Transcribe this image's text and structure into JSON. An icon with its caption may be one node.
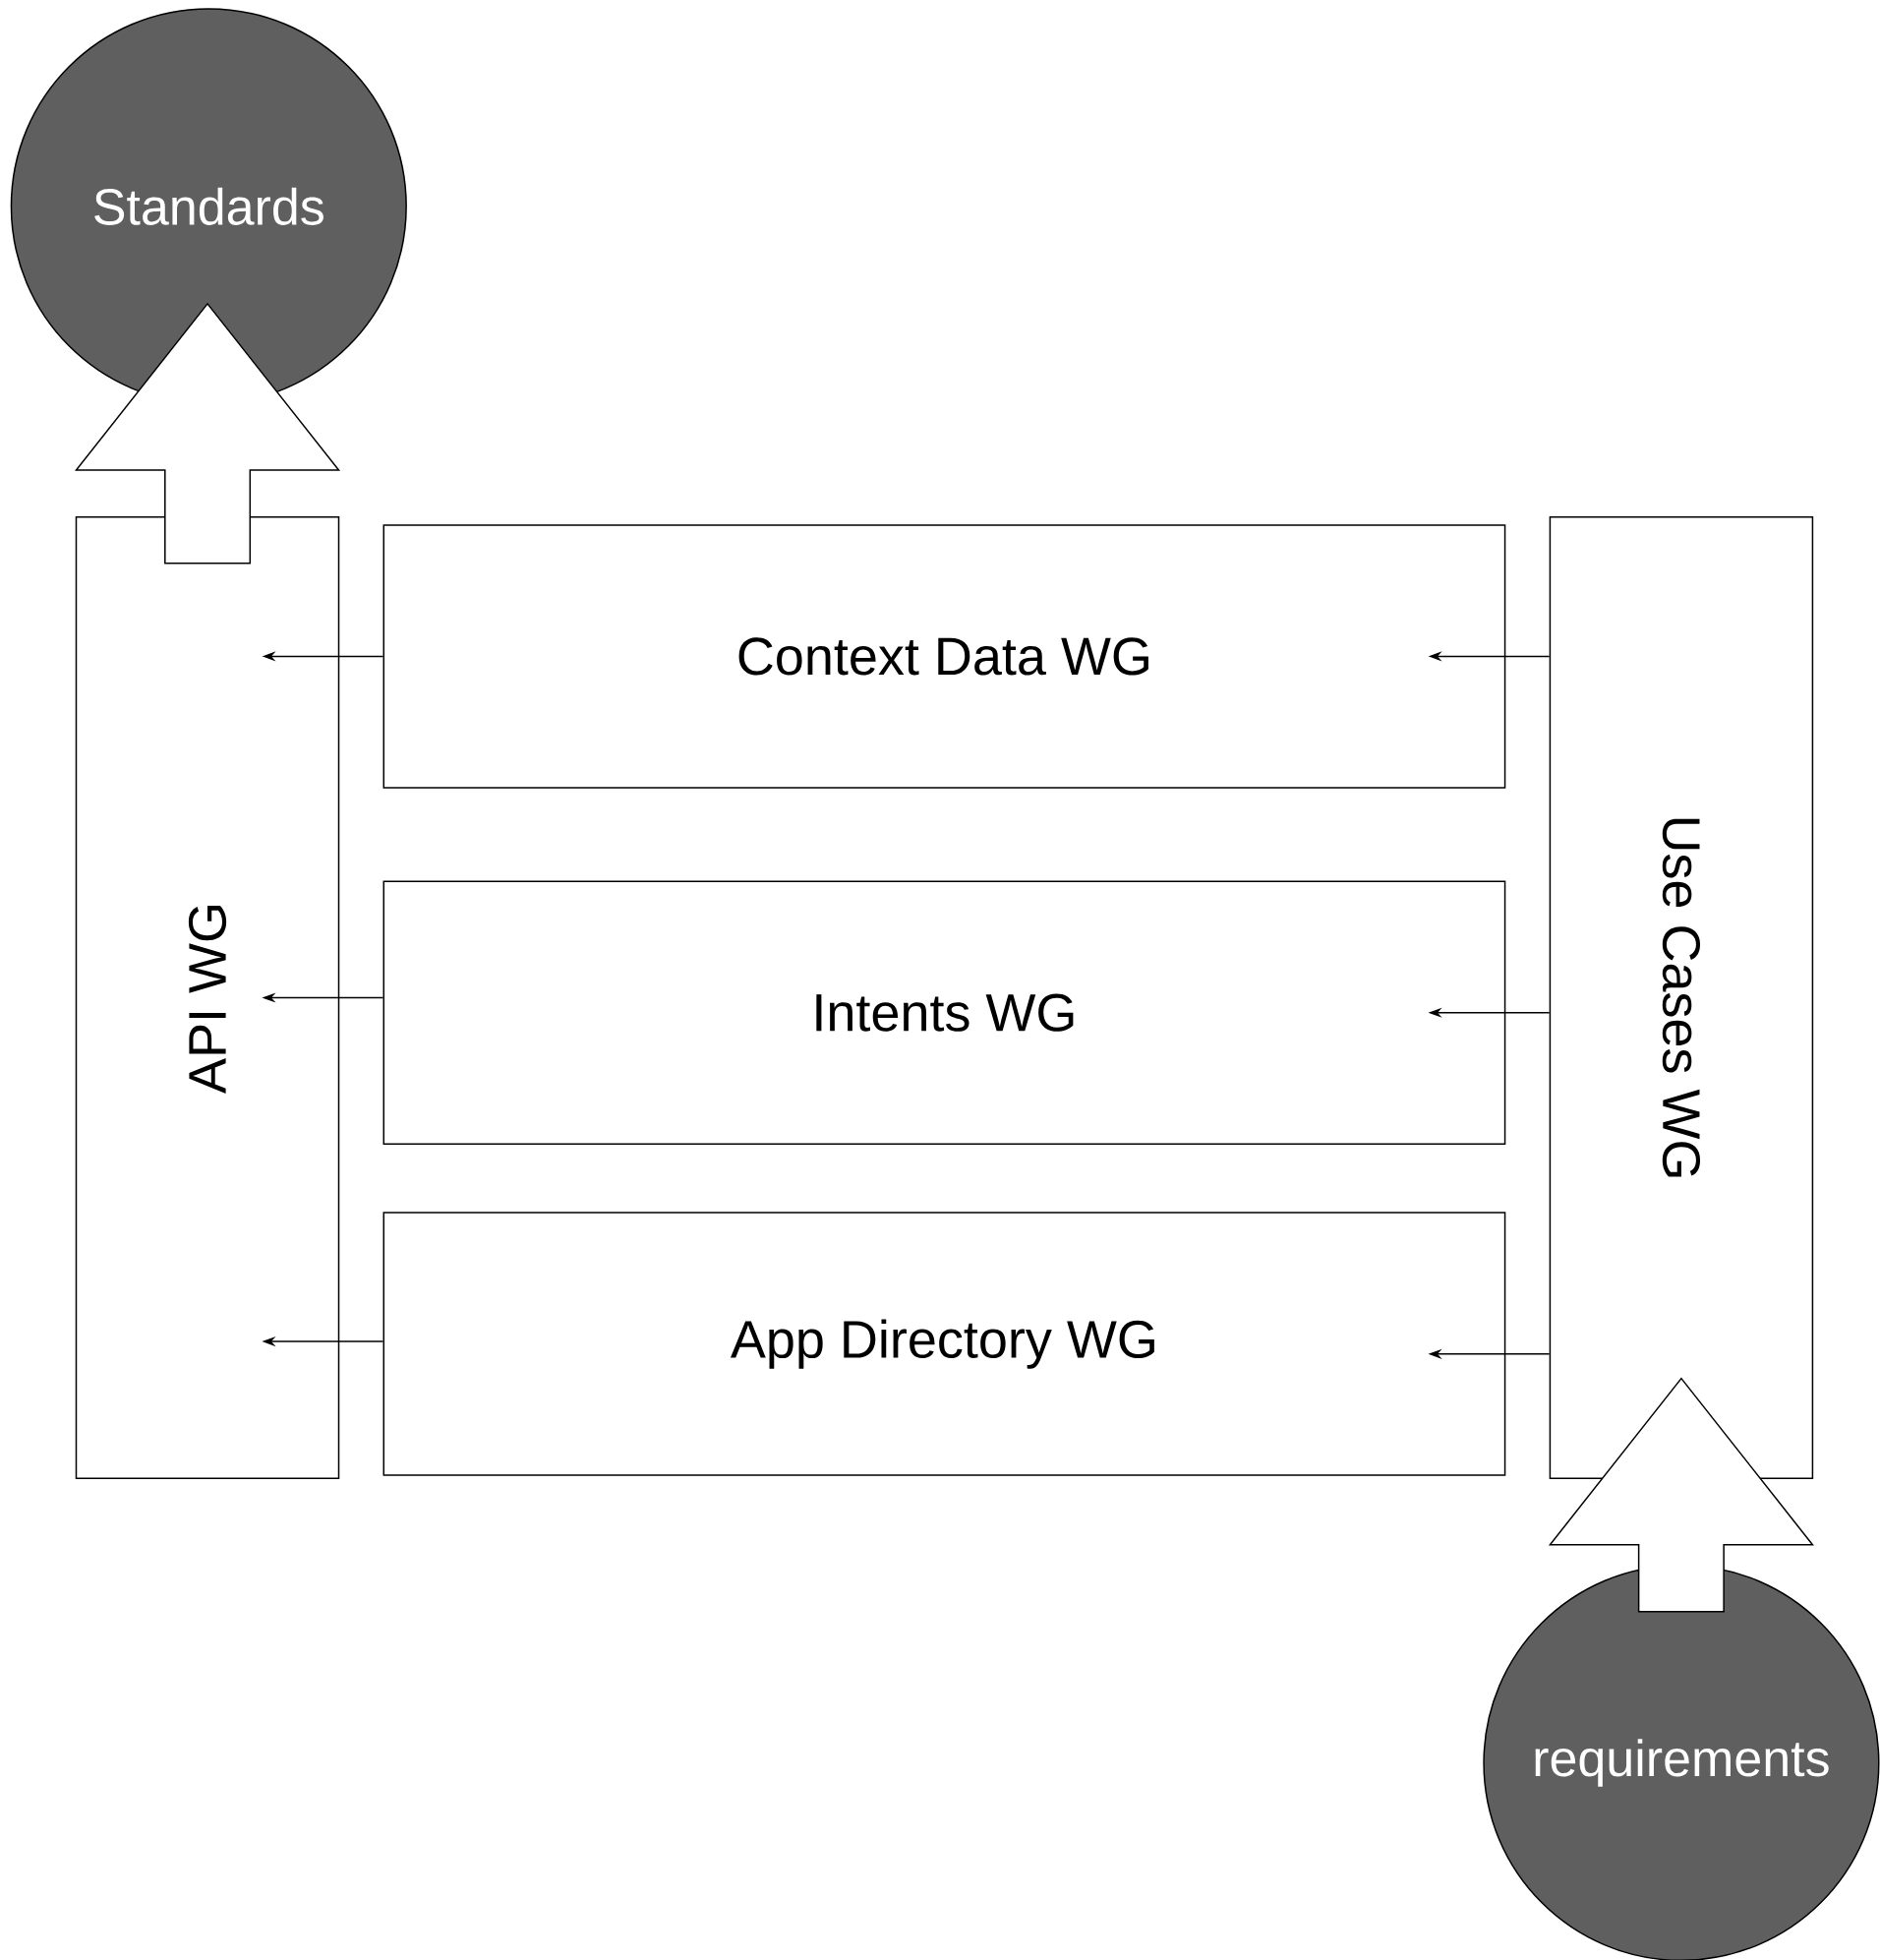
{
  "diagram": {
    "nodes": [
      {
        "text": [
          "Standards"
        ]
      },
      {
        "text": [
          "API WG"
        ]
      },
      {
        "text": [
          "Context Data WG"
        ]
      },
      {
        "text": [
          "Intents WG"
        ]
      },
      {
        "text": [
          "App Directory WG"
        ]
      },
      {
        "text": [
          "Use Cases WG"
        ]
      },
      {
        "text": [
          "requirements"
        ]
      }
    ],
    "edges": [
      {
        "from": 1,
        "to": 0,
        "arrow": "to",
        "style": "thick"
      },
      {
        "from": 2,
        "to": 1,
        "arrow": "to"
      },
      {
        "from": 3,
        "to": 1,
        "arrow": "to"
      },
      {
        "from": 4,
        "to": 1,
        "arrow": "to"
      },
      {
        "from": 5,
        "to": 2,
        "arrow": "to"
      },
      {
        "from": 5,
        "to": 3,
        "arrow": "to"
      },
      {
        "from": 5,
        "to": 4,
        "arrow": "to"
      },
      {
        "from": 6,
        "to": 5,
        "arrow": "to",
        "style": "thick"
      }
    ]
  }
}
